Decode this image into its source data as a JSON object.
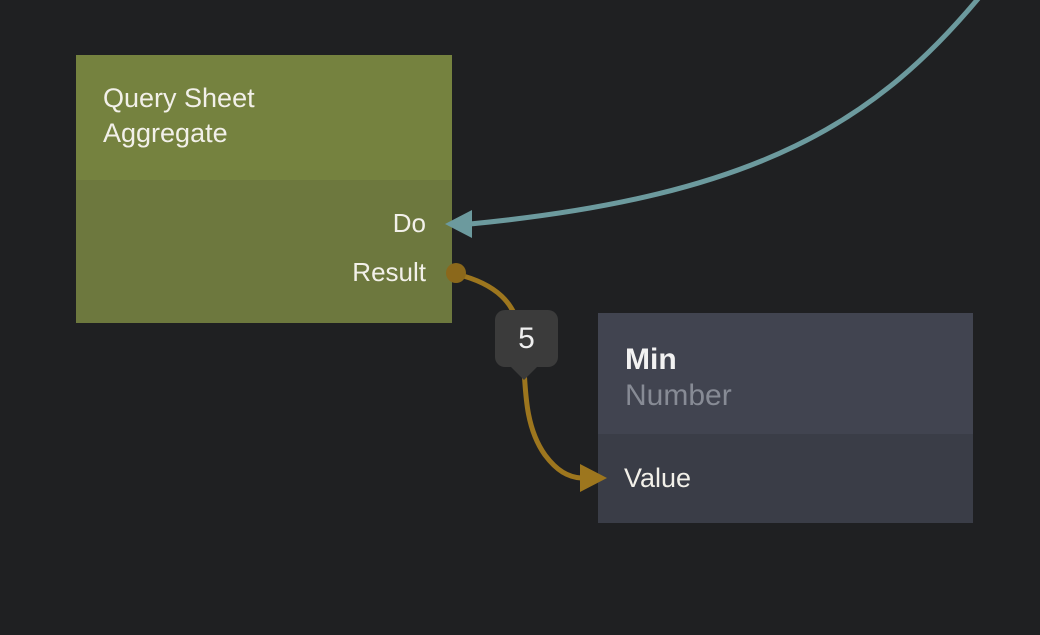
{
  "colors": {
    "bg": "#1f2022",
    "green-header": "#75823f",
    "green-body": "#6d783e",
    "dark-header": "#414450",
    "dark-body": "#3a3d47",
    "wire-teal": "#6c9a9e",
    "wire-gold": "#9d761e",
    "dot-gold": "#8b681b",
    "badge-bg": "#3b3b3b",
    "text-light": "#f2f0e9",
    "text-muted": "#878b95"
  },
  "nodes": {
    "query_sheet_aggregate": {
      "title": "Query Sheet Aggregate",
      "ports": {
        "do": {
          "label": "Do"
        },
        "result": {
          "label": "Result"
        }
      }
    },
    "min": {
      "title": "Min",
      "subtitle": "Number",
      "ports": {
        "value": {
          "label": "Value"
        }
      }
    }
  },
  "wires": {
    "result_to_value": {
      "label": "5"
    }
  }
}
